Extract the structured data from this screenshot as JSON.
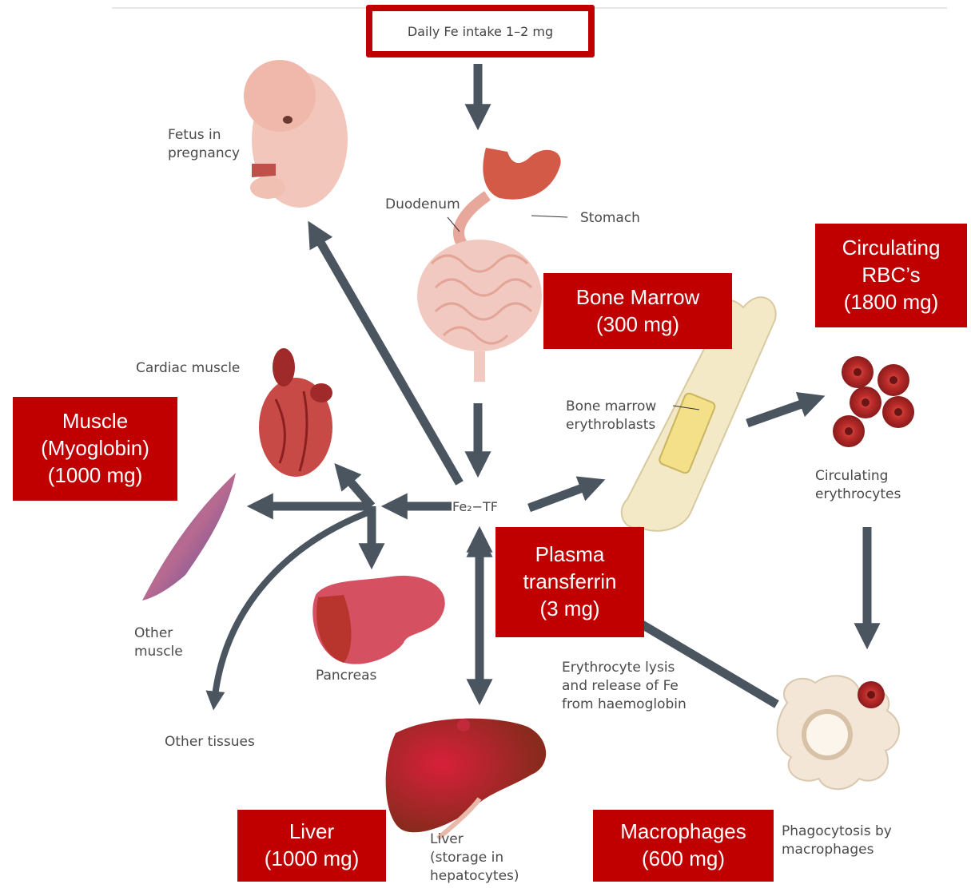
{
  "intake": "Daily Fe intake 1–2 mg",
  "labels": {
    "fetus": [
      "Fetus in",
      "pregnancy"
    ],
    "duodenum": "Duodenum",
    "stomach": "Stomach",
    "cardiac": "Cardiac muscle",
    "marrow_cells": [
      "Bone marrow",
      "erythroblasts"
    ],
    "circ_ery": [
      "Circulating",
      "erythrocytes"
    ],
    "fe_tf": "Fe₂−TF",
    "other_muscle": [
      "Other",
      "muscle"
    ],
    "pancreas": "Pancreas",
    "lysis": [
      "Erythrocyte lysis",
      "and release of Fe",
      "from haemoglobin"
    ],
    "other_tissues": "Other tissues",
    "liver": [
      "Liver",
      "(storage in",
      "hepatocytes)"
    ],
    "phago": [
      "Phagocytosis by",
      "macrophages"
    ]
  },
  "boxes": {
    "bone_marrow": [
      "Bone Marrow",
      "(300 mg)"
    ],
    "circ_rbc": [
      "Circulating",
      "RBC’s",
      "(1800 mg)"
    ],
    "muscle": [
      "Muscle",
      "(Myoglobin)",
      "(1000 mg)"
    ],
    "plasma": [
      "Plasma",
      "transferrin",
      "(3 mg)"
    ],
    "liver": [
      "Liver",
      "(1000 mg)"
    ],
    "macrophages": [
      "Macrophages",
      "(600 mg)"
    ]
  },
  "colors": {
    "accent": "#c00000",
    "arrow": "#4a5560",
    "organ": "#c44a3a",
    "bone": "#f3e9c6"
  }
}
